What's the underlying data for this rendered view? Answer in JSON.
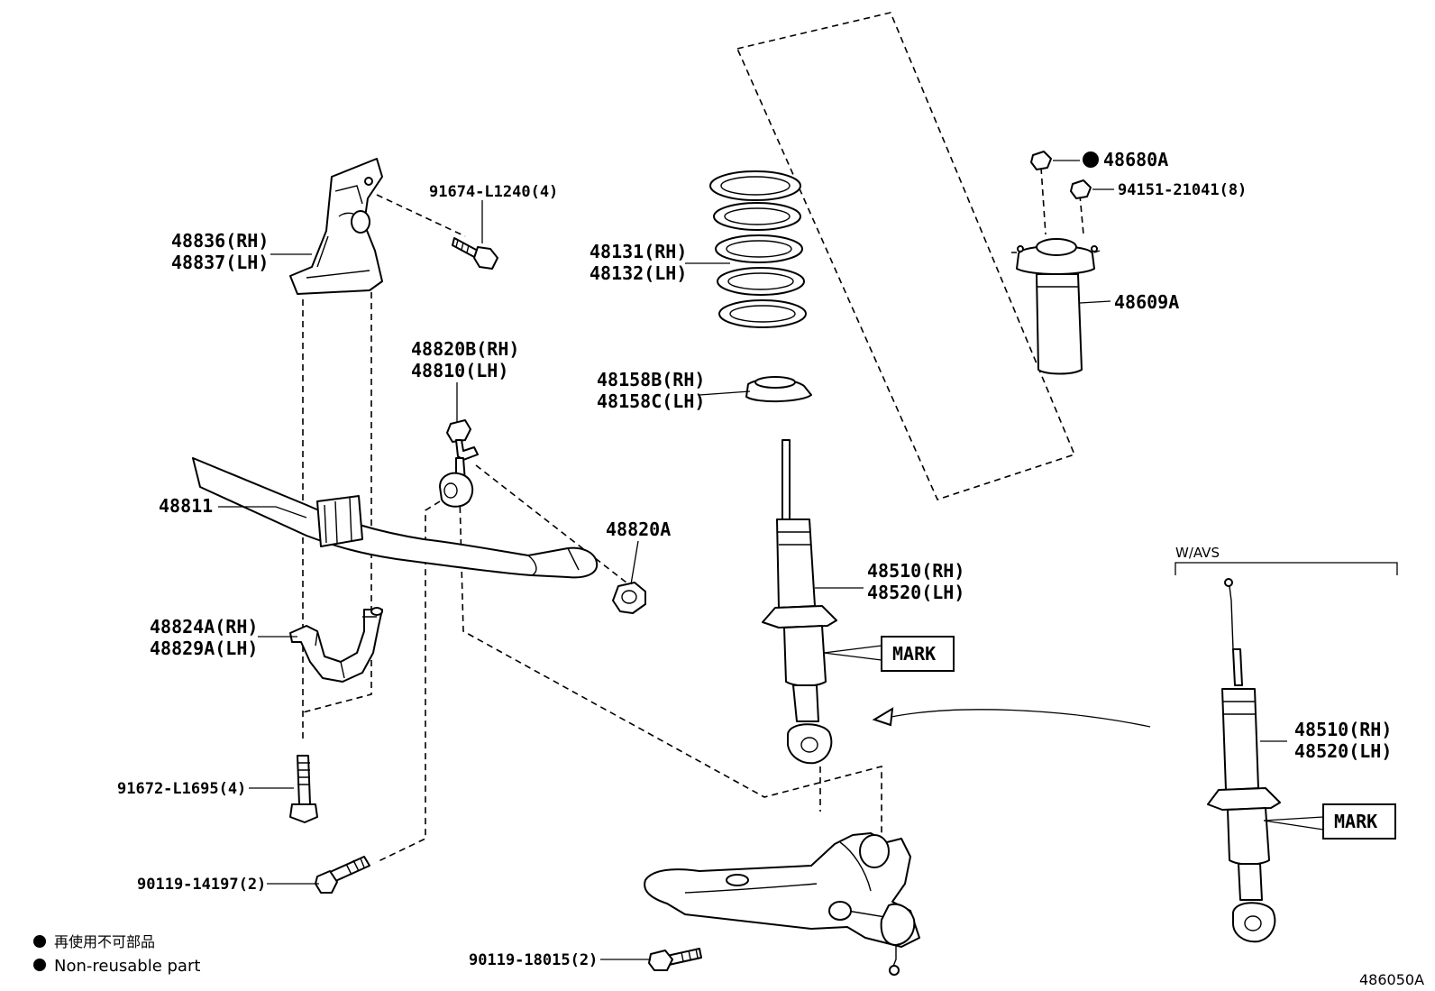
{
  "labels": {
    "p91674": "91674-L1240(4)",
    "p48836": "48836(RH)",
    "p48837": "48837(LH)",
    "p48131": "48131(RH)",
    "p48132": "48132(LH)",
    "p48680a": "48680A",
    "p94151": "94151-21041(8)",
    "p48609a": "48609A",
    "p48820b": "48820B(RH)",
    "p48810": "48810(LH)",
    "p48158b": "48158B(RH)",
    "p48158c": "48158C(LH)",
    "p48811": "48811",
    "p48820a": "48820A",
    "p48510": "48510(RH)",
    "p48520": "48520(LH)",
    "mark": "MARK",
    "p48824a": "48824A(RH)",
    "p48829a": "48829A(LH)",
    "wavs": "W/AVS",
    "p48510b": "48510(RH)",
    "p48520b": "48520(LH)",
    "markb": "MARK",
    "p91672": "91672-L1695(4)",
    "p90119a": "90119-14197(2)",
    "p90119b": "90119-18015(2)",
    "diagram_id": "486050A"
  },
  "legend": {
    "line1": "再使用不可部品",
    "line2": "Non-reusable part"
  }
}
